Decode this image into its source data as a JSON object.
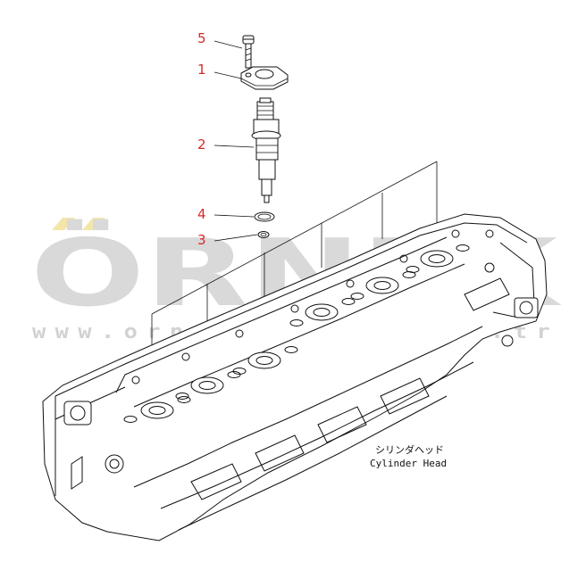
{
  "callouts": [
    {
      "id": "5",
      "label": "5"
    },
    {
      "id": "1",
      "label": "1"
    },
    {
      "id": "2",
      "label": "2"
    },
    {
      "id": "4",
      "label": "4"
    },
    {
      "id": "3",
      "label": "3"
    }
  ],
  "assembly_label": {
    "japanese": "シリンダヘッド",
    "english": "Cylinder Head"
  },
  "watermark": {
    "brand": "ÖRNEK",
    "url": "www.ornekcephane.com.tr"
  },
  "colors": {
    "callout": "#d42a2a",
    "watermark_text": "#d9d9d9",
    "watermark_accent": "#f4e6a8",
    "lines": "#111111"
  }
}
